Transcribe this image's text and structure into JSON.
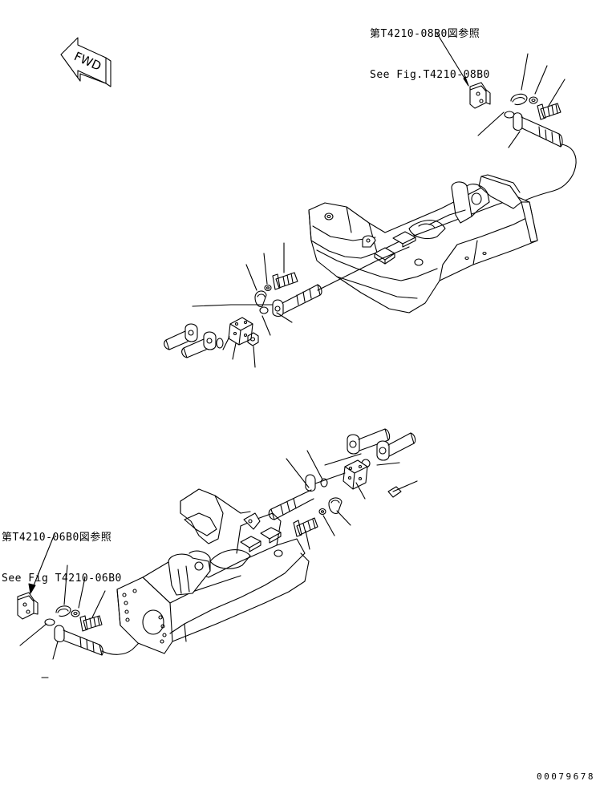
{
  "references": {
    "top": {
      "line1": "第T4210-08B0図参照",
      "line2": "See Fig.T4210-08B0"
    },
    "bottom": {
      "line1": "第T4210-06B0図参照",
      "line2": "See Fig T4210-06B0"
    }
  },
  "fwd_label": "FWD",
  "drawing_code": "00079678",
  "colors": {
    "line": "#000000",
    "background": "#ffffff"
  }
}
